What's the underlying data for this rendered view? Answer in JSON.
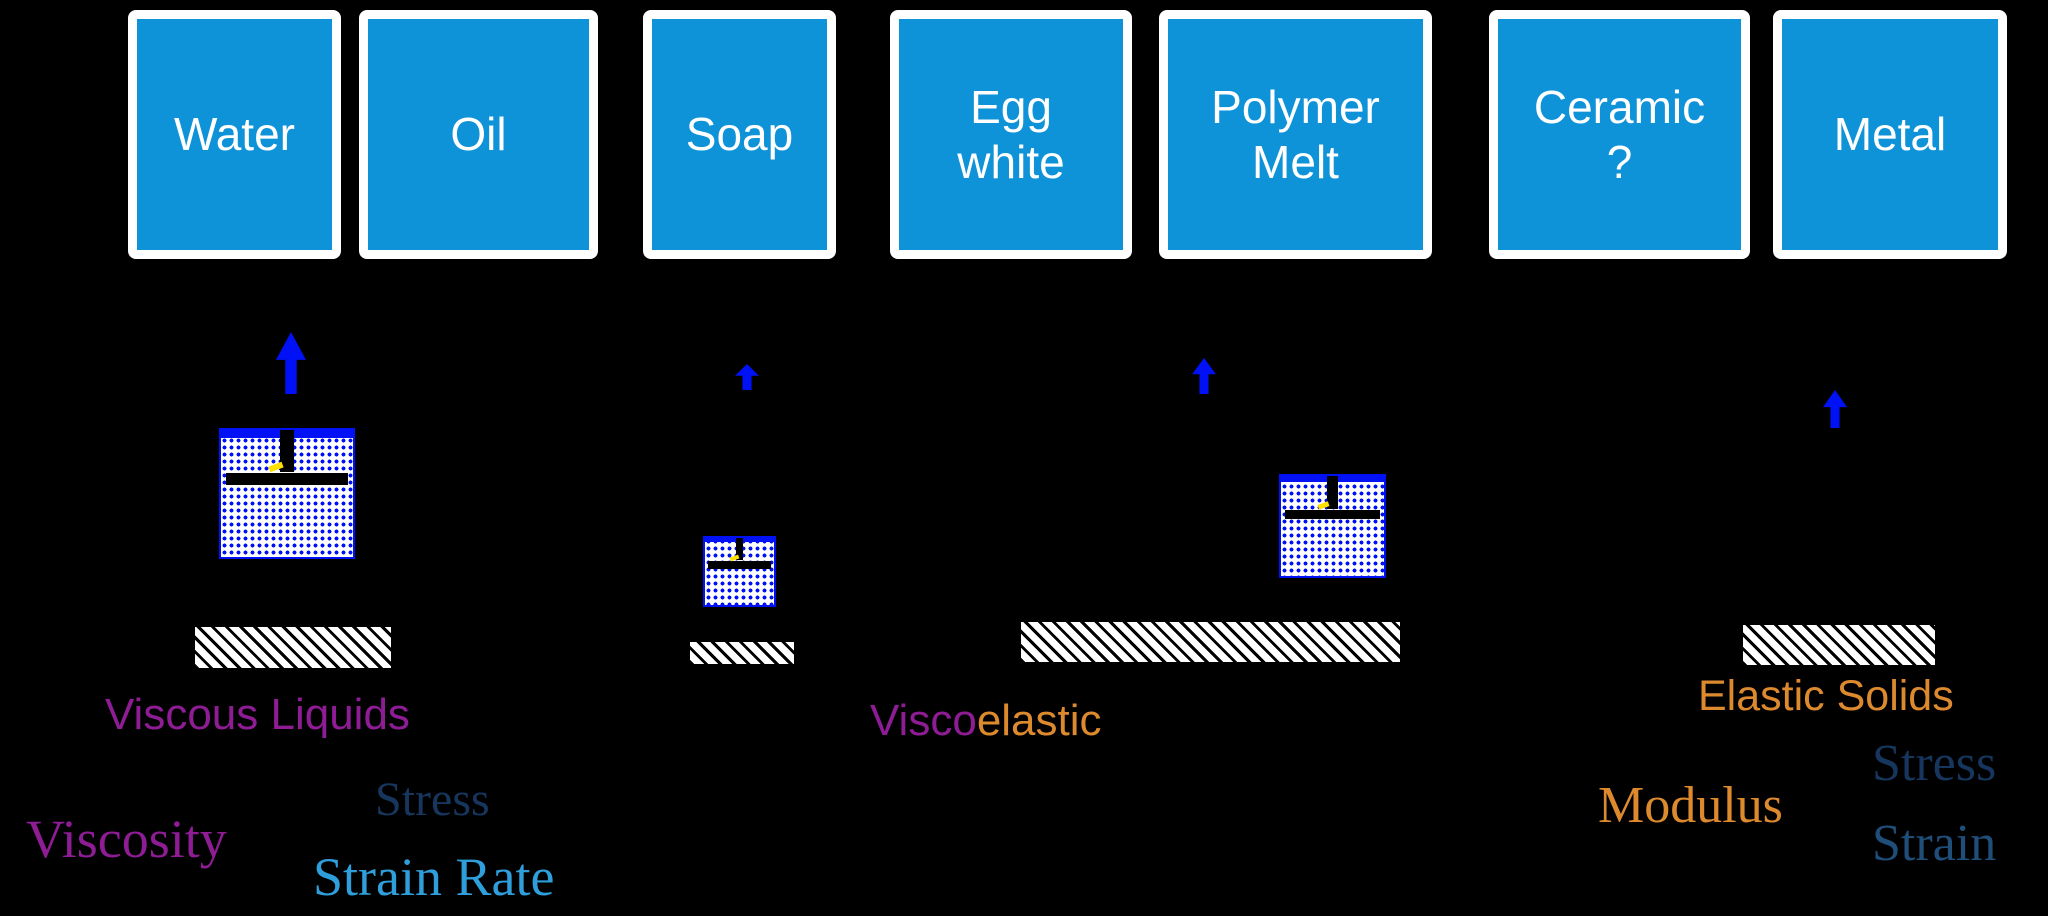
{
  "slide_background": "#000000",
  "colors": {
    "background": "#000000",
    "box_fill": "#0E92D8",
    "box_border": "#FFFFFF",
    "box_text": "#FFFFFF",
    "arrow_blue": "#0012F5",
    "purple": "#8E1C94",
    "orange": "#DD8A2F",
    "navy": "#17365D",
    "steel_blue": "#1F4E79",
    "bright_blue": "#2E9FDB",
    "highlight_yellow": "#FFE100"
  },
  "boxes": [
    {
      "label": "Water"
    },
    {
      "label": "Oil"
    },
    {
      "label": "Soap"
    },
    {
      "label": "Egg\nwhite"
    },
    {
      "label": "Polymer\nMelt"
    },
    {
      "label": "Ceramic\n?"
    },
    {
      "label": "Metal"
    }
  ],
  "labels": {
    "viscous_liquids": "Viscous Liquids",
    "viscoelastic_prefix": "Visco",
    "viscoelastic_suffix": "elastic",
    "elastic_solids": "Elastic Solids",
    "viscosity": "Viscosity",
    "stress_left": "Stress",
    "strain_rate": "Strain Rate",
    "modulus": "Modulus",
    "stress_right": "Stress",
    "strain": "Strain"
  },
  "icons": [
    {
      "name": "up-arrow-icon",
      "shape": "solid blue upward arrow",
      "count": 4
    },
    {
      "name": "dashpot-block",
      "shape": "white block with blue dot pattern, black piston slot and bar",
      "count": 3
    },
    {
      "name": "ground-hatch",
      "shape": "white bar with black diagonal hatching",
      "count": 4
    },
    {
      "name": "yellow-mark",
      "shape": "small yellow tick inside dashpot block",
      "count": 3
    }
  ]
}
